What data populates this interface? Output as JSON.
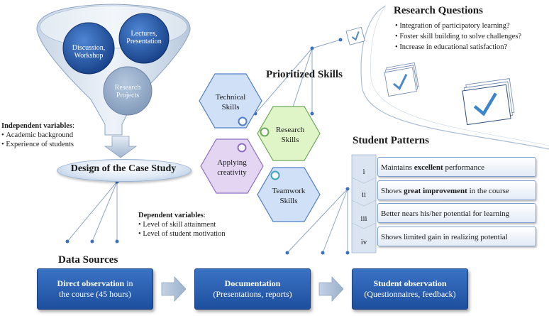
{
  "research_questions": {
    "title": "Research Questions",
    "items": [
      "Integration of participatory learning?",
      "Foster skill building to solve challenges?",
      "Increase in educational satisfaction?"
    ]
  },
  "funnel": {
    "circles": [
      {
        "label": "Discussion,\nWorkshop"
      },
      {
        "label": "Lectures,\nPresentation"
      },
      {
        "label": "Research\nProjects"
      }
    ]
  },
  "independent_variables": {
    "title": "Independent variables",
    "items": [
      "Academic background",
      "Experience of students"
    ]
  },
  "design": {
    "label": "Design of the Case Study"
  },
  "dependent_variables": {
    "title": "Dependent variables",
    "items": [
      "Level of skill attainment",
      "Level of student motivation"
    ]
  },
  "prioritized_skills": {
    "title": "Prioritized Skills",
    "skills": [
      {
        "label": "Technical\nSkills",
        "color": "#cfe0f7"
      },
      {
        "label": "Research\nSkills",
        "color": "#dff5c8"
      },
      {
        "label": "Applying\ncreativity",
        "color": "#e4d6f2"
      },
      {
        "label": "Teamwork\nSkills",
        "color": "#cfe0f7"
      }
    ]
  },
  "student_patterns": {
    "title": "Student Patterns",
    "rows": [
      {
        "num": "i",
        "pre": "Maintains ",
        "bold": "excellent",
        "post": " performance"
      },
      {
        "num": "ii",
        "pre": "Shows ",
        "bold": "great improvement",
        "post": " in the course"
      },
      {
        "num": "iii",
        "pre": "Better nears his/her potential for learning",
        "bold": "",
        "post": ""
      },
      {
        "num": "iv",
        "pre": "Shows limited gain in realizing potential",
        "bold": "",
        "post": ""
      }
    ]
  },
  "data_sources": {
    "title": "Data Sources",
    "boxes": [
      {
        "bold": "Direct observation",
        "rest1": " in",
        "line2": "the course (45 hours)"
      },
      {
        "bold": "Documentation",
        "rest1": "",
        "line2": "(Presentations, reports)"
      },
      {
        "bold": "Student observation",
        "rest1": "",
        "line2": "(Questionnaires, feedback)"
      }
    ]
  }
}
